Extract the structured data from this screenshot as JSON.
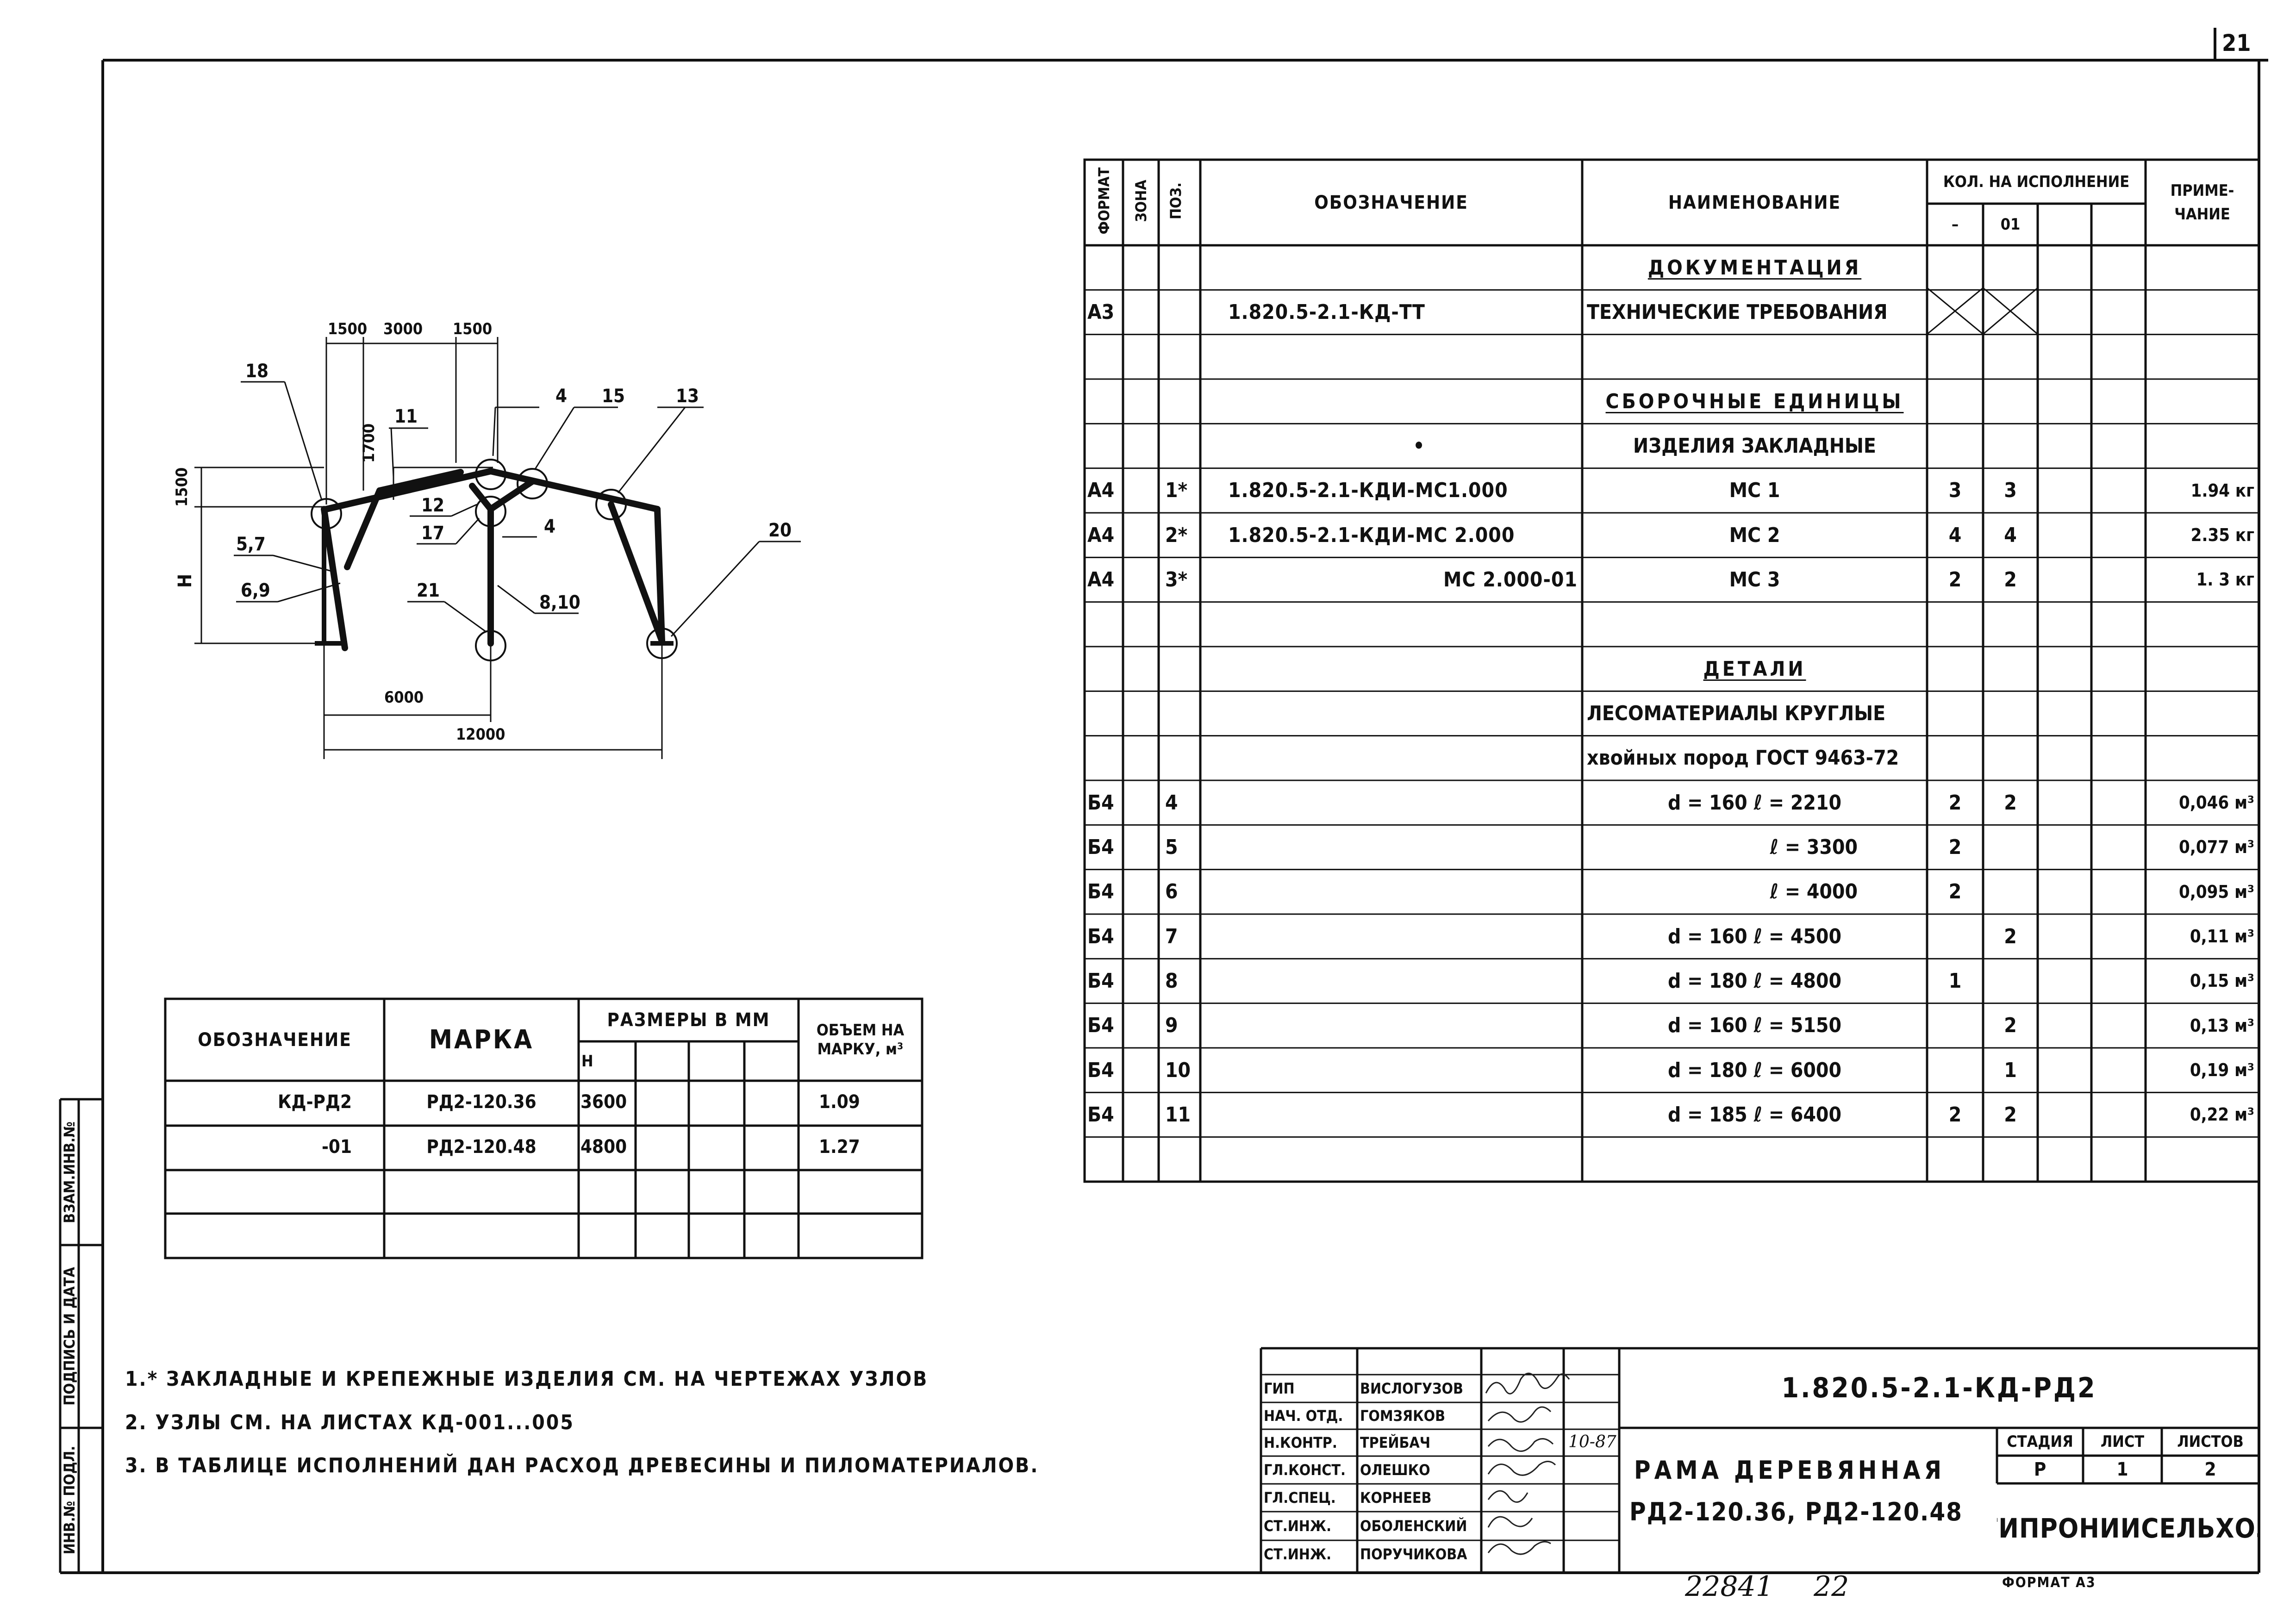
{
  "sheet_number": "21",
  "stamp_number": "22841",
  "stamp_page": "22",
  "format_label": "ФОРМАТ А3",
  "diagram": {
    "top_dims": [
      "1500",
      "3000",
      "1500"
    ],
    "dim_1700": "1700",
    "dim_1500_left": "1500",
    "dim_H": "H",
    "bottom_dims": [
      "6000",
      "12000"
    ],
    "labels": {
      "p18": "18",
      "p11": "11",
      "p4a": "4",
      "p15": "15",
      "p13": "13",
      "p12": "12",
      "p17": "17",
      "p4b": "4",
      "p57": "5,7",
      "p69": "6,9",
      "p21": "21",
      "p810": "8,10",
      "p20": "20"
    }
  },
  "spec": {
    "headers": {
      "format": "ФОРМАТ",
      "zone": "ЗОНА",
      "pos": "ПОЗ.",
      "designation": "ОБОЗНАЧЕНИЕ",
      "name": "НАИМЕНОВАНИЕ",
      "qty": "КОЛ. НА ИСПОЛНЕНИЕ",
      "qty_a": "–",
      "qty_b": "01",
      "note": "ПРИМЕ-ЧАНИЕ"
    },
    "rows": [
      {
        "fmt": "",
        "pos": "",
        "des": "",
        "name": "ДОКУМЕНТАЦИЯ",
        "kind": "section",
        "q1": "",
        "q2": "",
        "note": ""
      },
      {
        "fmt": "А3",
        "pos": "",
        "des": "1.820.5-2.1-КД-ТТ",
        "name": "ТЕХНИЧЕСКИЕ ТРЕБОВАНИЯ",
        "kind": "left",
        "q1": "",
        "q2": "",
        "note": "",
        "crossed": true
      },
      {
        "fmt": "",
        "pos": "",
        "des": "",
        "name": "",
        "kind": "left",
        "q1": "",
        "q2": "",
        "note": ""
      },
      {
        "fmt": "",
        "pos": "",
        "des": "",
        "name": "СБОРОЧНЫЕ ЕДИНИЦЫ",
        "kind": "section",
        "q1": "",
        "q2": "",
        "note": ""
      },
      {
        "fmt": "",
        "pos": "",
        "des": "•",
        "name": "ИЗДЕЛИЯ ЗАКЛАДНЫЕ",
        "kind": "center",
        "q1": "",
        "q2": "",
        "note": ""
      },
      {
        "fmt": "А4",
        "pos": "1*",
        "des": "1.820.5-2.1-КДИ-МС1.000",
        "name": "МС 1",
        "kind": "center",
        "q1": "3",
        "q2": "3",
        "note": "1.94 кг"
      },
      {
        "fmt": "А4",
        "pos": "2*",
        "des": "1.820.5-2.1-КДИ-МС 2.000",
        "name": "МС 2",
        "kind": "center",
        "q1": "4",
        "q2": "4",
        "note": "2.35 кг"
      },
      {
        "fmt": "А4",
        "pos": "3*",
        "des": "МС 2.000-01",
        "name": "МС 3",
        "kind": "center",
        "q1": "2",
        "q2": "2",
        "note": "1. 3 кг",
        "des_right": true
      },
      {
        "fmt": "",
        "pos": "",
        "des": "",
        "name": "",
        "kind": "left",
        "q1": "",
        "q2": "",
        "note": ""
      },
      {
        "fmt": "",
        "pos": "",
        "des": "",
        "name": "ДЕТАЛИ",
        "kind": "section",
        "q1": "",
        "q2": "",
        "note": ""
      },
      {
        "fmt": "",
        "pos": "",
        "des": "",
        "name": "ЛЕСОМАТЕРИАЛЫ КРУГЛЫЕ",
        "kind": "left",
        "q1": "",
        "q2": "",
        "note": ""
      },
      {
        "fmt": "",
        "pos": "",
        "des": "",
        "name": "хвойных пород ГОСТ 9463-72",
        "kind": "left",
        "q1": "",
        "q2": "",
        "note": ""
      },
      {
        "fmt": "Б4",
        "pos": "4",
        "des": "",
        "name": "d = 160     ℓ = 2210",
        "kind": "center",
        "q1": "2",
        "q2": "2",
        "note": "0,046 м³"
      },
      {
        "fmt": "Б4",
        "pos": "5",
        "des": "",
        "name": "ℓ = 3300",
        "kind": "right",
        "q1": "2",
        "q2": "",
        "note": "0,077 м³"
      },
      {
        "fmt": "Б4",
        "pos": "6",
        "des": "",
        "name": "ℓ = 4000",
        "kind": "right",
        "q1": "2",
        "q2": "",
        "note": "0,095 м³"
      },
      {
        "fmt": "Б4",
        "pos": "7",
        "des": "",
        "name": "d = 160     ℓ = 4500",
        "kind": "center",
        "q1": "",
        "q2": "2",
        "note": "0,11 м³"
      },
      {
        "fmt": "Б4",
        "pos": "8",
        "des": "",
        "name": "d = 180     ℓ = 4800",
        "kind": "center",
        "q1": "1",
        "q2": "",
        "note": "0,15 м³"
      },
      {
        "fmt": "Б4",
        "pos": "9",
        "des": "",
        "name": "d = 160     ℓ = 5150",
        "kind": "center",
        "q1": "",
        "q2": "2",
        "note": "0,13 м³"
      },
      {
        "fmt": "Б4",
        "pos": "10",
        "des": "",
        "name": "d = 180     ℓ = 6000",
        "kind": "center",
        "q1": "",
        "q2": "1",
        "note": "0,19 м³"
      },
      {
        "fmt": "Б4",
        "pos": "11",
        "des": "",
        "name": "d = 185     ℓ = 6400",
        "kind": "center",
        "q1": "2",
        "q2": "2",
        "note": "0,22 м³"
      },
      {
        "fmt": "",
        "pos": "",
        "des": "",
        "name": "",
        "kind": "left",
        "q1": "",
        "q2": "",
        "note": ""
      }
    ]
  },
  "variants": {
    "headers": {
      "designation": "ОБОЗНАЧЕНИЕ",
      "mark": "МАРКА",
      "sizes": "РАЗМЕРЫ В ММ",
      "h": "Н",
      "volume": "ОБЪЕМ НА МАРКУ, м³"
    },
    "rows": [
      {
        "des": "КД-РД2",
        "mark": "РД2-120.36",
        "h": "3600",
        "vol": "1.09"
      },
      {
        "des": "-01",
        "mark": "РД2-120.48",
        "h": "4800",
        "vol": "1.27"
      },
      {
        "des": "",
        "mark": "",
        "h": "",
        "vol": ""
      },
      {
        "des": "",
        "mark": "",
        "h": "",
        "vol": ""
      }
    ]
  },
  "notes": [
    "1.* ЗАКЛАДНЫЕ И КРЕПЕЖНЫЕ ИЗДЕЛИЯ СМ. НА ЧЕРТЕЖАХ УЗЛОВ",
    "2. УЗЛЫ СМ. НА ЛИСТАХ КД-001...005",
    "3. В ТАБЛИЦЕ ИСПОЛНЕНИЙ ДАН РАСХОД ДРЕВЕСИНЫ И ПИЛОМАТЕРИАЛОВ."
  ],
  "side_labels": [
    "ИНВ.№ ПОДЛ.",
    "ПОДПИСЬ И ДАТА",
    "ВЗАМ.ИНВ.№"
  ],
  "title_block": {
    "code": "1.820.5-2.1-КД-РД2",
    "title_line1": "РАМА ДЕРЕВЯННАЯ",
    "title_line2": "РД2-120.36, РД2-120.48",
    "stage_label": "СТАДИЯ",
    "sheet_label": "ЛИСТ",
    "sheets_label": "ЛИСТОВ",
    "stage": "Р",
    "sheet": "1",
    "sheets": "2",
    "org": "ГИПРОНИИСЕЛЬХОЗ",
    "date": "10-87",
    "staff": [
      {
        "role": "ГИП",
        "name": "ВИСЛОГУЗОВ"
      },
      {
        "role": "НАЧ. ОТД.",
        "name": "ГОМЗЯКОВ"
      },
      {
        "role": "Н.КОНТР.",
        "name": "ТРЕЙБАЧ"
      },
      {
        "role": "ГЛ.КОНСТ.",
        "name": "ОЛЕШКО"
      },
      {
        "role": "ГЛ.СПЕЦ.",
        "name": "КОРНЕЕВ"
      },
      {
        "role": "СТ.ИНЖ.",
        "name": "ОБОЛЕНСКИЙ"
      },
      {
        "role": "СТ.ИНЖ.",
        "name": "ПОРУЧИКОВА"
      }
    ]
  }
}
